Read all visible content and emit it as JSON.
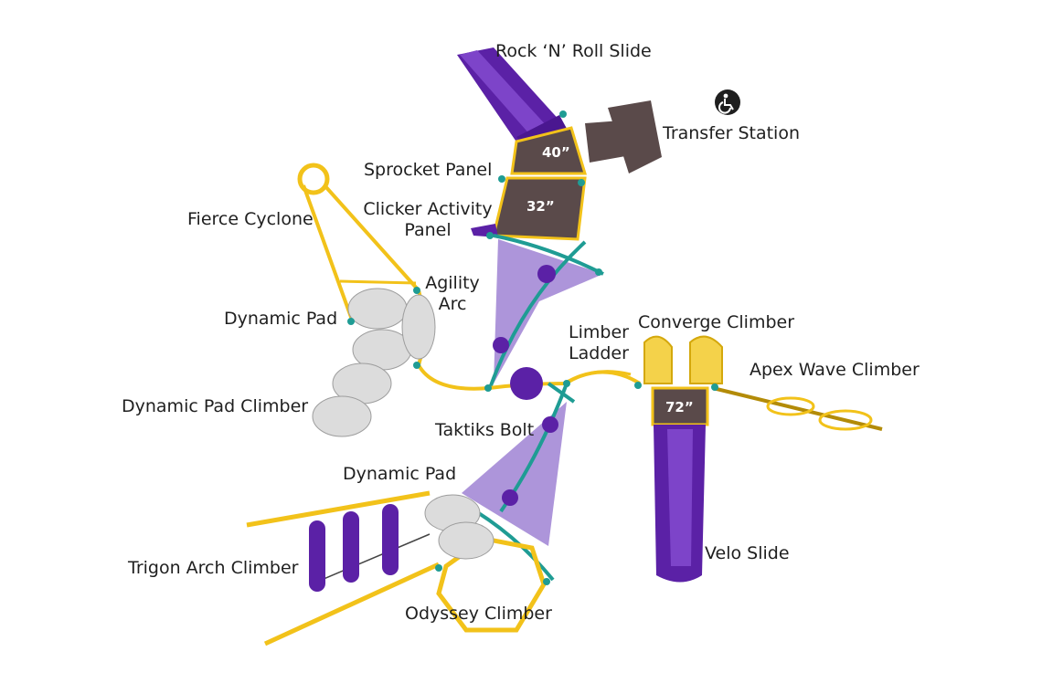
{
  "labels": {
    "rock_n_roll_slide": "Rock ‘N’ Roll Slide",
    "transfer_station": "Transfer Station",
    "sprocket_panel": "Sprocket Panel",
    "clicker_activity_panel_1": "Clicker Activity",
    "clicker_activity_panel_2": "Panel",
    "fierce_cyclone": "Fierce Cyclone",
    "agility_arc_1": "Agility",
    "agility_arc_2": "Arc",
    "dynamic_pad_upper": "Dynamic Pad",
    "dynamic_pad_climber": "Dynamic Pad Climber",
    "limber_ladder_1": "Limber",
    "limber_ladder_2": "Ladder",
    "converge_climber": "Converge Climber",
    "apex_wave_climber": "Apex Wave Climber",
    "taktiks_bolt": "Taktiks Bolt",
    "dynamic_pad_lower": "Dynamic Pad",
    "trigon_arch_climber": "Trigon Arch Climber",
    "odyssey_climber": "Odyssey Climber",
    "velo_slide": "Velo Slide"
  },
  "decks": {
    "deck_40": "40”",
    "deck_32": "32”",
    "deck_72": "72”"
  },
  "icons": {
    "accessibility": "wheelchair-accessibility-icon"
  },
  "colors": {
    "purple": "#5b21a6",
    "yellow": "#f2c21a",
    "teal": "#1f9c94",
    "deck": "#5a4a4a",
    "sail": "#9f82d4",
    "pad": "#dcdcdc"
  }
}
